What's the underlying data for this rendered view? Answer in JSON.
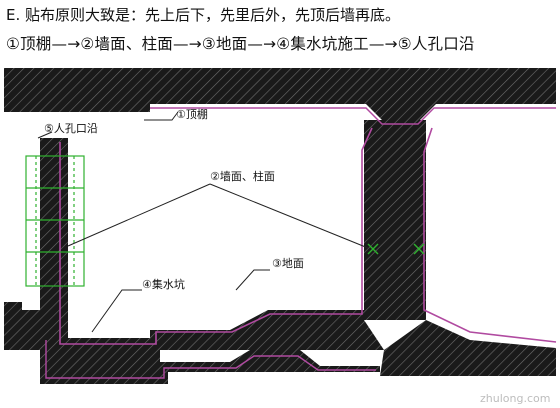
{
  "heading": "E. 贴布原则大致是：先上后下，先里后外，先顶后墙再底。",
  "sequence": "①顶棚—→②墙面、柱面—→③地面—→④集水坑施工—→⑤人孔口沿",
  "labels": {
    "ceiling": "①顶棚",
    "wall_column": "②墙面、柱面",
    "floor": "③地面",
    "sump": "④集水坑",
    "manhole": "⑤人孔口沿"
  },
  "watermark": "zhulong.com",
  "colors": {
    "concrete": "#1a1a1a",
    "hatch": "#6d6d6d",
    "membrane": "#b04aa0",
    "rebar": "#2fb12f",
    "leader": "#222222"
  }
}
